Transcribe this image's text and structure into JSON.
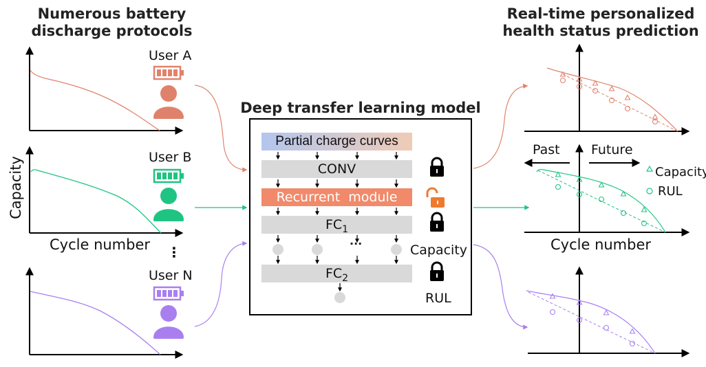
{
  "left_panel": {
    "title_line1": "Numerous battery",
    "title_line2": "discharge protocols",
    "ylabel": "Capacity",
    "xlabel": "Cycle number",
    "ellipsis": "⋮",
    "users": [
      {
        "label": "User A",
        "color": "#e0826b",
        "battery_level": 1.0
      },
      {
        "label": "User B",
        "color": "#1fc482",
        "battery_level": 1.0
      },
      {
        "label": "User N",
        "color": "#a97ff0",
        "battery_level": 1.0
      }
    ]
  },
  "model": {
    "title": "Deep transfer learning model",
    "input_label": "Partial charge curves",
    "input_gradient": [
      "#b3c6ef",
      "#f0cbb6"
    ],
    "layers": [
      {
        "label": "CONV",
        "sub": "",
        "color": "#d9d9d9",
        "text_color": "#111111",
        "lock": "locked"
      },
      {
        "label": "Recurrent  module",
        "sub": "",
        "color": "#f08a6a",
        "text_color": "#ffffff",
        "lock": "unlocked"
      },
      {
        "label": "FC",
        "sub": "1",
        "color": "#d9d9d9",
        "text_color": "#111111",
        "lock": "locked"
      },
      {
        "label": "FC",
        "sub": "2",
        "color": "#d9d9d9",
        "text_color": "#111111",
        "lock": "locked"
      }
    ],
    "node_ellipsis": "···",
    "output_capacity": "Capacity",
    "output_rul": "RUL",
    "lock_color": "#000000",
    "unlock_color": "#ee7a30"
  },
  "right_panel": {
    "title_line1": "Real-time personalized",
    "title_line2": "health status prediction",
    "past_label": "Past",
    "future_label": "Future",
    "legend": [
      {
        "marker": "triangle",
        "label": "Capacity"
      },
      {
        "marker": "circle",
        "label": "RUL"
      }
    ],
    "xlabel": "Cycle number"
  }
}
